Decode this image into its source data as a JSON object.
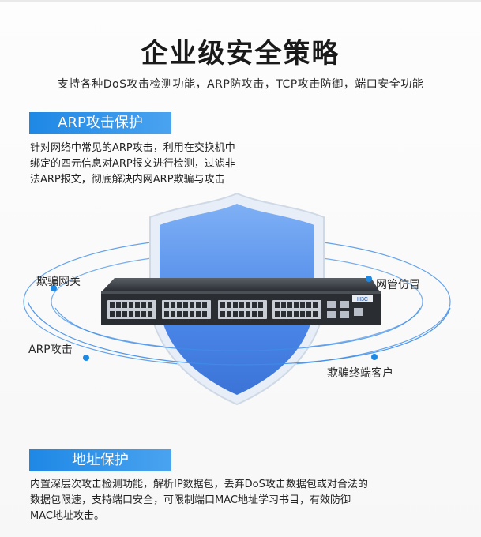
{
  "header": {
    "title": "企业级安全策略",
    "subtitle": "支持各种DoS攻击检测功能，ARP防攻击，TCP攻击防御，端口安全功能"
  },
  "arp_section": {
    "tag": "ARP攻击保护",
    "lines": [
      "针对网络中常见的ARP攻击，利用在交换机中",
      "绑定的四元信息对ARP报文进行检测，过滤非",
      "法ARP报文，彻底解决内网ARP欺骗与攻击"
    ]
  },
  "diagram": {
    "labels": {
      "spoof_gateway": "欺骗网关",
      "nms_spoof": "网管仿冒",
      "arp_attack": "ARP攻击",
      "spoof_client": "欺骗终端客户"
    },
    "switch_logo": "H3C",
    "accent_color": "#1e88e5",
    "shield_color": "#4a86e8"
  },
  "mac_section": {
    "tag": "地址保护",
    "lines": [
      "内置深层次攻击检测功能，解析IP数据包，丢弃DoS攻击数据包或对合法的",
      "数据包限速，支持端口安全，可限制端口MAC地址学习书目，有效防御",
      "MAC地址攻击。"
    ]
  }
}
